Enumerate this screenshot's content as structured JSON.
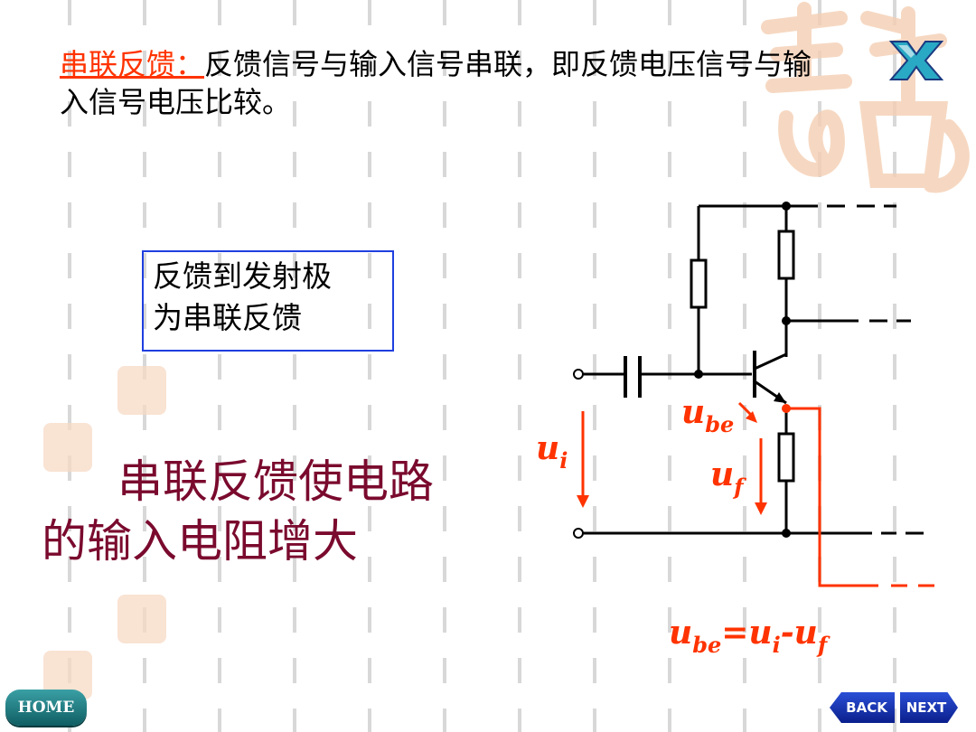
{
  "heading": {
    "highlight": "串联反馈：",
    "rest": "反馈信号与输入信号串联，即反馈电压信号与输入信号电压比较。"
  },
  "callout_box": {
    "line1": "反馈到发射极",
    "line2": "为串联反馈"
  },
  "statement": {
    "line1": "串联反馈使电路",
    "line2": "的输入电阻增大"
  },
  "circuit": {
    "label_ui_main": "u",
    "label_ui_sub": "i",
    "label_ube_main": "u",
    "label_ube_sub": "be",
    "label_uf_main": "u",
    "label_uf_sub": "f",
    "equation": "u_be = u_i - u_f",
    "colors": {
      "wire": "#000000",
      "feedback": "#ff3300"
    }
  },
  "nav": {
    "home": "HOME",
    "back": "BACK",
    "next": "NEXT"
  }
}
